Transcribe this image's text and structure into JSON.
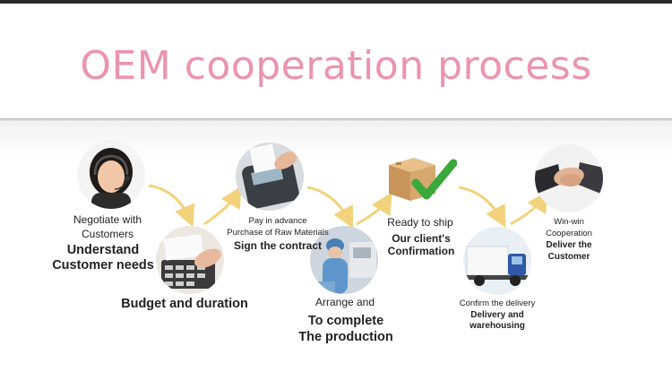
{
  "title": "OEM cooperation process",
  "steps": {
    "negotiate": {
      "line1": "Negotiate with",
      "line2": "Customers",
      "bold1": "Understand",
      "bold2": "Customer needs"
    },
    "budget": {
      "bold": "Budget and duration"
    },
    "pay": {
      "line1": "Pay in advance",
      "line2": "Purchase of Raw Materials",
      "bold": "Sign the contract"
    },
    "arrange": {
      "line1": "Arrange and",
      "bold1": "To complete",
      "bold2": "The production"
    },
    "ship": {
      "line1": "Ready to ship",
      "bold1": "Our client's",
      "bold2": "Confirmation"
    },
    "delivery": {
      "line1": "Confirm the delivery",
      "bold1": "Delivery and",
      "bold2": "warehousing"
    },
    "winwin": {
      "line1": "Win-win",
      "line2": "Cooperation",
      "bold1": "Deliver the",
      "bold2": "Customer"
    }
  },
  "colors": {
    "title": "#ec94ad",
    "arrow": "#f2d27a",
    "check": "#3aa83a"
  }
}
